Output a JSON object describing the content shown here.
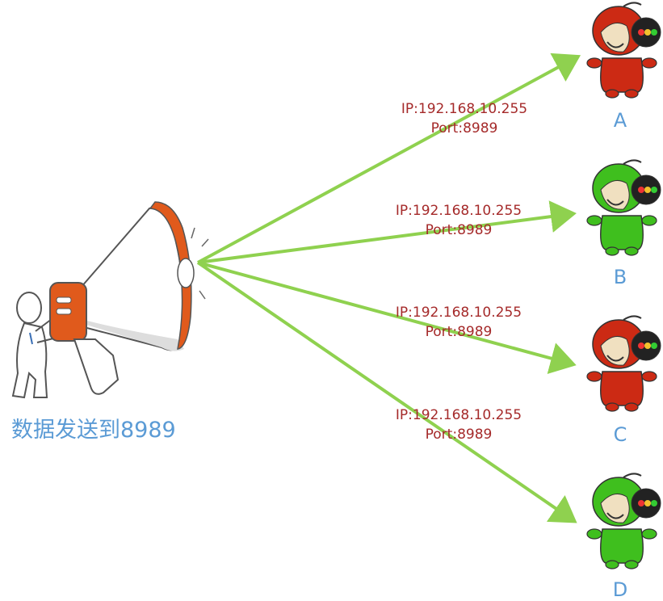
{
  "sender": {
    "caption": "数据发送到8989"
  },
  "receivers": [
    {
      "label": "A",
      "ip": "IP:192.168.10.255",
      "port": "Port:8989",
      "color": "#cc2a14"
    },
    {
      "label": "B",
      "ip": "IP:192.168.10.255",
      "port": "Port:8989",
      "color": "#3fbf1e"
    },
    {
      "label": "C",
      "ip": "IP:192.168.10.255",
      "port": "Port:8989",
      "color": "#cc2a14"
    },
    {
      "label": "D",
      "ip": "IP:192.168.10.255",
      "port": "Port:8989",
      "color": "#3fbf1e"
    }
  ],
  "colors": {
    "arrow": "#8fd14f",
    "megaphone_accent": "#e05a1c",
    "label_text": "#a52a2a",
    "caption": "#5b9bd5"
  }
}
